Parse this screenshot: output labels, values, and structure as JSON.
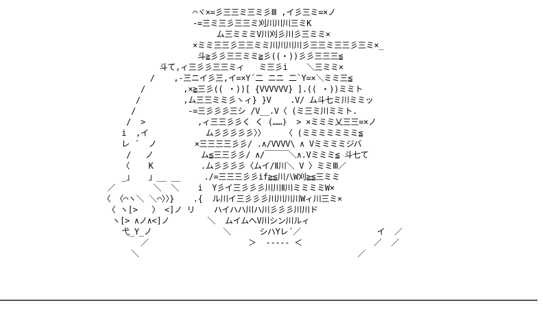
{
  "ascii_art": {
    "lines": [
      "                         ⌒ヾ×=彡三三ミ三ミ彡Ⅲ ,イ彡三ミ=×ノ",
      "                         -=三ミ三彡三三ミ刈川川川三ミK",
      "                              ム三ミミミV川刈彡川彡三ミミ×",
      "                         ×ミミ三三彡三三ミミ川川川川彡三三ミ三三彡三ミ×_",
      "                          斗≧彡彡三三ミミ≧彡((・))彡彡三三三≦",
      "                  斗て,ィ三彡彡三三ミィ   ミ三彡i    ＼三ミミ×",
      "                /    ,-三ニイ彡三,イ=×Y´二 ニニ 二`Y=×＼ミミ三≦",
      "              /        ,×≧三彡(( ・))[ {VVVVVV} ].(( ・))ミミト",
      "             /         ,ム三三ミミ彡ヽィ} }V    .V/ ム斗七ミ川ミミッ",
      "            /           -=三彡彡彡三シ /V__.V〈 (ミ三ミ川ミミト.",
      "           /  >           ,ィ三三彡彡く く (……)  > ×ミミミ乂三三=×ノ",
      "          i  ,イ            ム彡彡彡彡彡〉〉    〈 (ミミミミミミミ≦",
      "          レ ´  ノ        ×三三三三彡彡/ .∧/VVVV\\ ∧ Vミミミミジバ",
      "           /   ノ          ム≦三三彡彡/ ∧/￣￣￣＼∧.Vミミミ≦ 斗七て",
      "          〈    K          .ム彡彡彡彡〈ムイ/Ⅱ川＼ V 〉ミミⅢ／",
      "          _」   」__ __     ./=三三三彡彡if≧≦川八W刈≧≦三ミミ",
      "       ／        ＼  ＼    i  Y彡イ三彡彡彡川川Ⅱ川ミミミミW×",
      "      〈 〈⌒ヽ＼ ＼⌒〉〉}    .{  ル川イ三彡彡彡川川川川Wィ川三ミ×",
      "       〈 ヽ[>   〉 <]ノ リ    ハイハハ川ハ川彡彡彡川川ド",
      "        ヽ[> ∧ノ∧<]ノ        ＼  ムイムへV川シン川ルィ",
      "          弋_Y_ノ               ＼      シハYレ´／                イ  ／",
      "              ／                     ＞  ----- ＜               ／  ／",
      "            ＼                                              ／"
    ]
  }
}
